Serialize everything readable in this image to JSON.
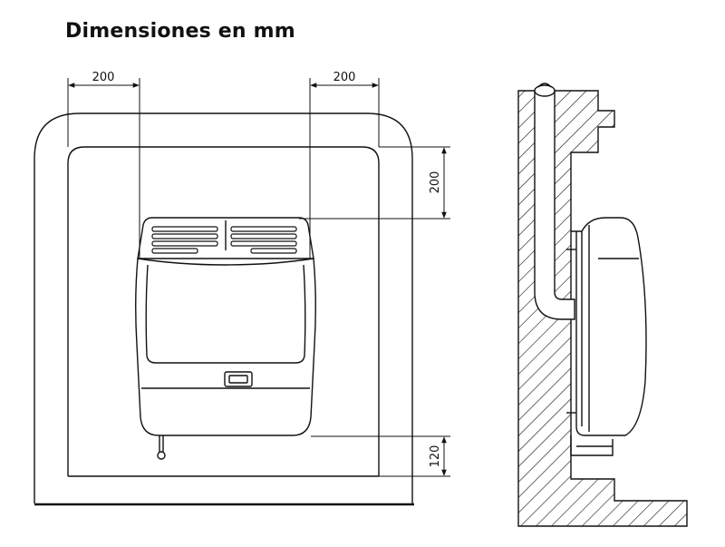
{
  "title": "Dimensiones en mm",
  "dimensions": {
    "left_top_gap": "200",
    "right_top_gap": "200",
    "top_clearance": "200",
    "bottom_clearance": "120"
  },
  "colors": {
    "ink": "#111111",
    "background": "#ffffff"
  }
}
